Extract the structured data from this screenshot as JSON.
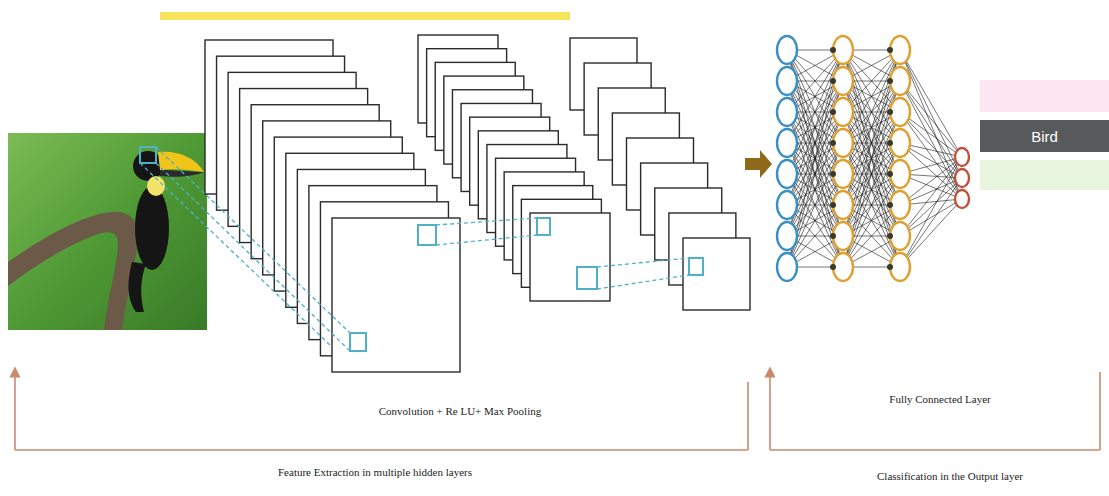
{
  "diagram": {
    "nodes": [
      {
        "text": [
          "Bird"
        ]
      }
    ],
    "labels": [
      "Convolution + Re LU+ Max Pooling",
      "Fully Connected Layer",
      "Feature Extraction in multiple hidden layers",
      "Classification in the Output layer"
    ]
  }
}
